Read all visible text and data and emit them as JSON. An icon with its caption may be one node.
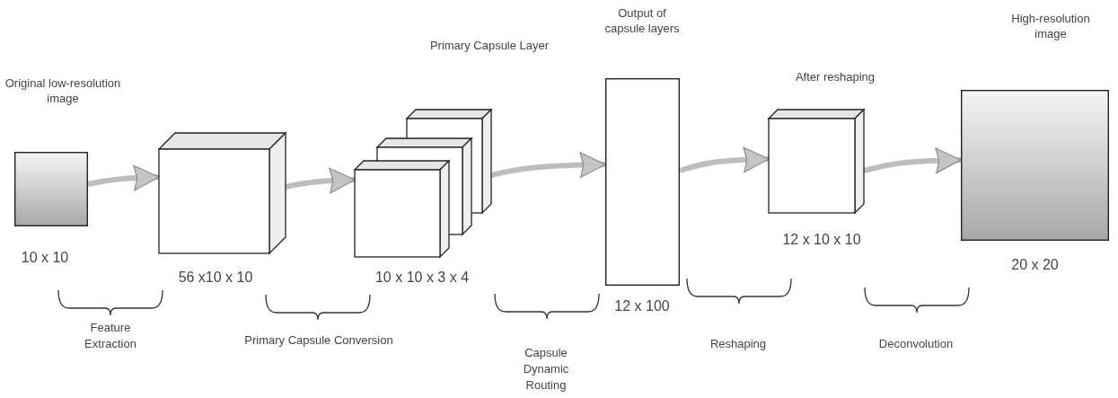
{
  "diagram": {
    "nodes": [
      {
        "text": [
          "Original low-resolution image"
        ],
        "beside": [
          "10 x 10"
        ]
      },
      {
        "text": [],
        "shape": "box",
        "beside": [
          "56 x10 x 10"
        ]
      },
      {
        "text": [
          "Primary Capsule Layer"
        ],
        "beside": [
          "10 x 10 x 3 x 4"
        ]
      },
      {
        "text": [
          "Output of capsule layers"
        ],
        "beside": [
          "12 x 100"
        ]
      },
      {
        "text": [
          "After reshaping"
        ],
        "beside": [
          "12 x 10 x 10"
        ]
      },
      {
        "text": [
          "High-resolution image"
        ],
        "beside": [
          "20 x 20"
        ]
      }
    ],
    "edges": [
      {
        "from": 0,
        "to": 1,
        "arrow": "to"
      },
      {
        "from": 1,
        "to": 2,
        "arrow": "to"
      },
      {
        "from": 2,
        "to": 3,
        "arrow": "to"
      },
      {
        "from": 3,
        "to": 4,
        "arrow": "to"
      },
      {
        "from": 4,
        "to": 5,
        "arrow": "to"
      }
    ],
    "labels": [
      "Feature Extraction",
      "Primary Capsule Conversion",
      "Capsule Dynamic Routing",
      "Reshaping",
      "Deconvolution"
    ]
  }
}
